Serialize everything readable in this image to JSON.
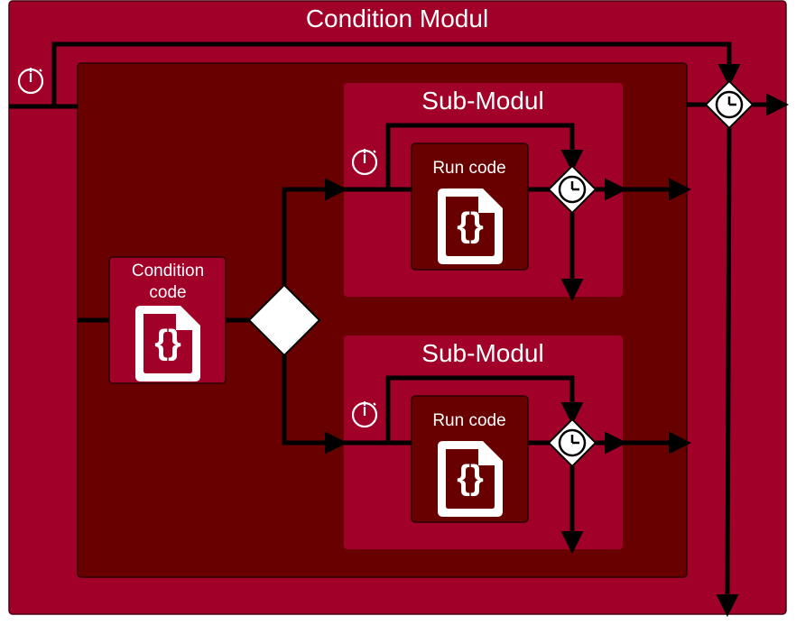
{
  "colors": {
    "outer": "#a10028",
    "inner": "#680000",
    "code_box": "#680000",
    "line": "#000000",
    "white": "#ffffff"
  },
  "outer": {
    "title": "Condition Modul"
  },
  "condition": {
    "label_line1": "Condition",
    "label_line2": "code",
    "icon": "code-file-icon"
  },
  "submodules": [
    {
      "title": "Sub-Modul",
      "run_label": "Run code",
      "icon": "code-file-icon"
    },
    {
      "title": "Sub-Modul",
      "run_label": "Run code",
      "icon": "code-file-icon"
    }
  ],
  "icons": {
    "timer": "stopwatch-icon",
    "gateway_timer": "clock-icon",
    "gateway": "diamond-gateway-icon"
  }
}
